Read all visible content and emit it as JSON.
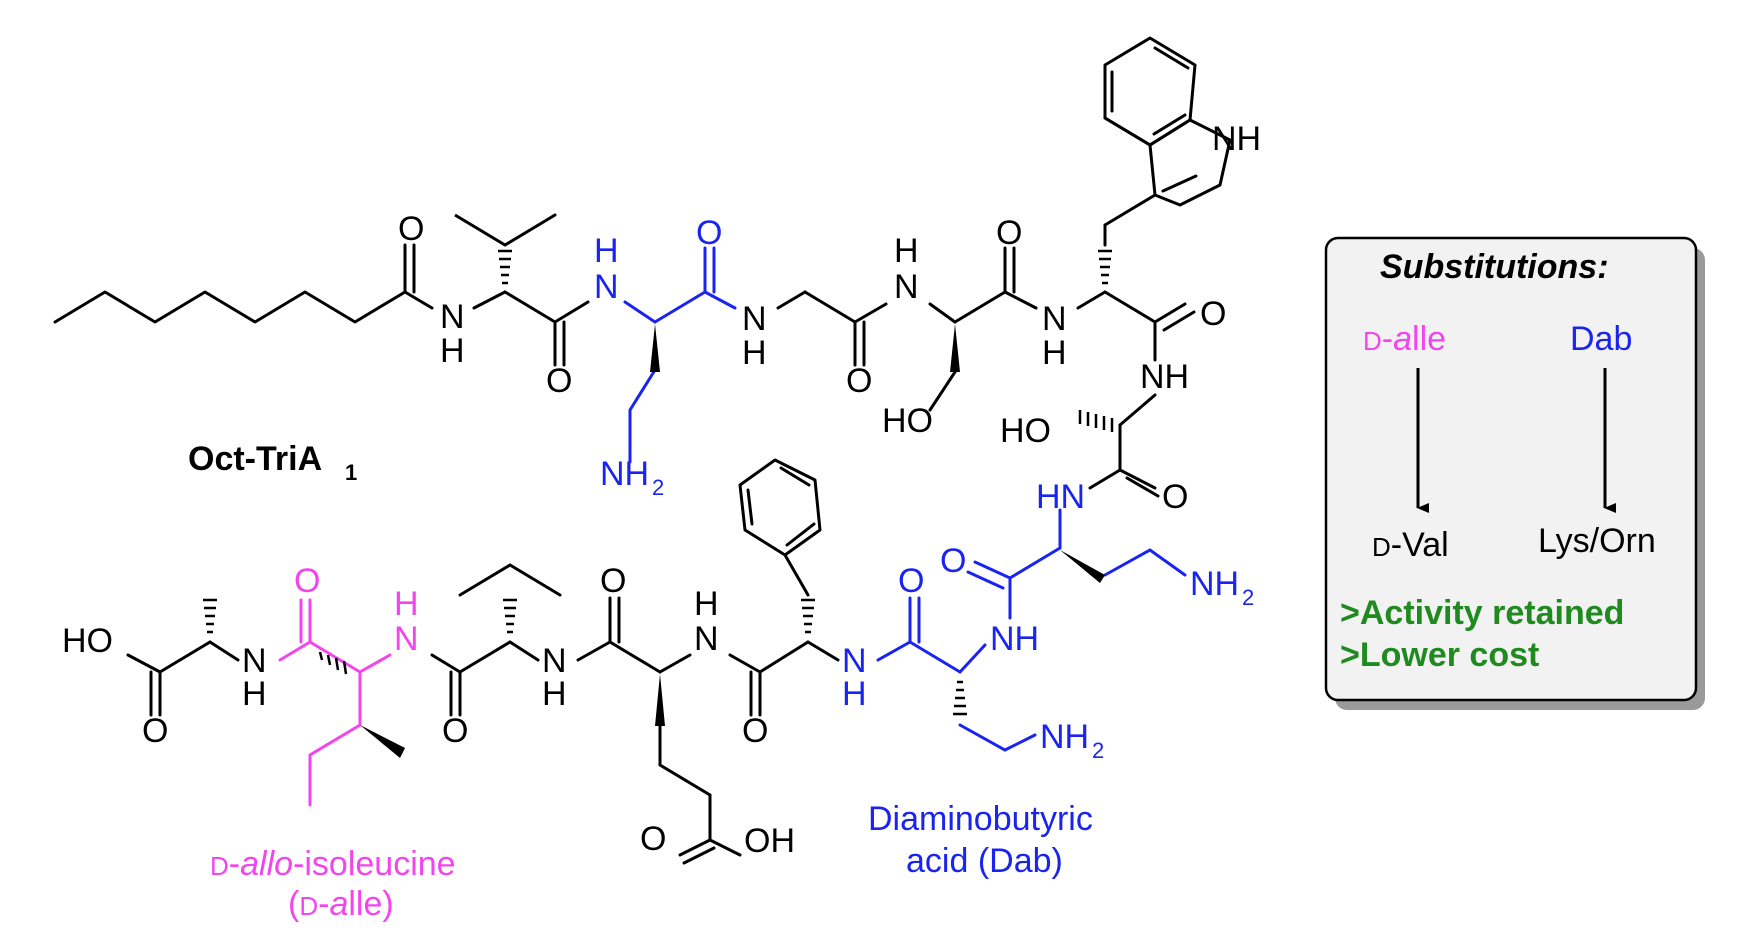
{
  "colors": {
    "default": "#000000",
    "dab": "#1a24f0",
    "dalle": "#f245ee",
    "green": "#1f8a1f",
    "box_fill": "#f2f2f2",
    "shadow": "#9a9a9a"
  },
  "compound": {
    "name": "Oct-TriA",
    "name_subscript": "1"
  },
  "atoms": {
    "o": "O",
    "n": "N",
    "h": "H",
    "nh": "NH",
    "hn": "HN",
    "ho": "HO",
    "oh": "OH",
    "nh2_base": "NH",
    "nh2_sub": "2"
  },
  "annotations": {
    "dalle_prefix": "D",
    "dalle_dash": "-",
    "dalle_allo": "allo",
    "dalle_rest": "-isoleucine",
    "dalle_abbr_open": "(",
    "dalle_abbr_d": "D",
    "dalle_abbr_dash": "-",
    "dalle_abbr_a": "a",
    "dalle_abbr_rest": "lle)",
    "dab_line1": "Diaminobutyric",
    "dab_line2": "acid (Dab)"
  },
  "panel": {
    "title": "Substitutions:",
    "left_from_d": "D",
    "left_from_dash": "-",
    "left_from_a": "a",
    "left_from_rest": "lle",
    "right_from": "Dab",
    "left_to_d": "D",
    "left_to_rest": "-Val",
    "right_to": "Lys/Orn",
    "result1": ">Activity retained",
    "result2": ">Lower cost"
  }
}
